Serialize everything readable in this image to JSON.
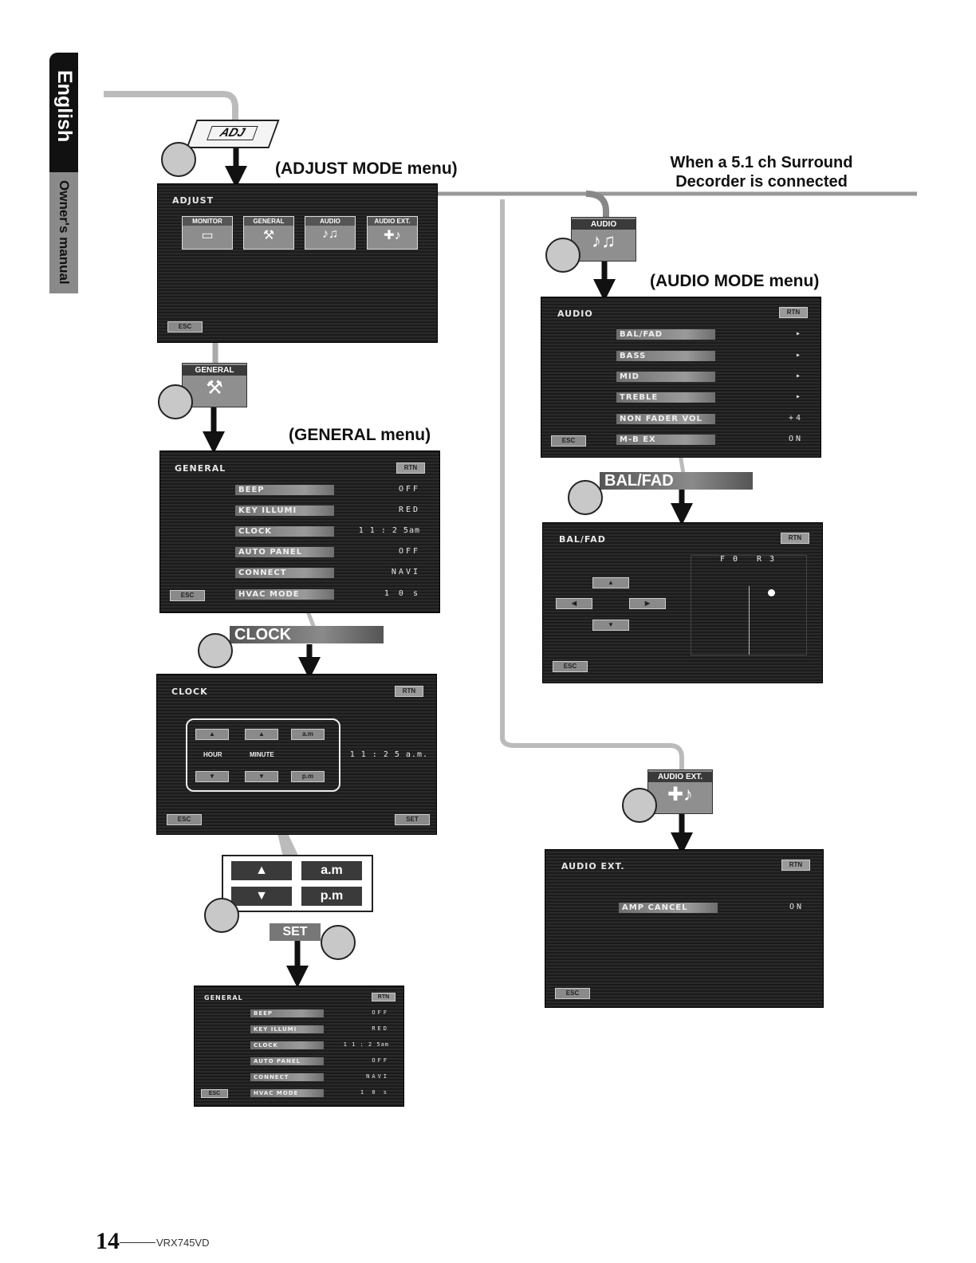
{
  "side_tab": {
    "language": "English",
    "manual": "Owner's manual"
  },
  "headings": {
    "adjust_mode": "(ADJUST MODE menu)",
    "general": "(GENERAL menu)",
    "audio_mode": "(AUDIO MODE menu)",
    "surround_note_line1": "When a 5.1 ch Surround",
    "surround_note_line2": "Decorder is connected"
  },
  "adj_key": "ADJ",
  "adjust_screen": {
    "title": "ADJUST",
    "tiles": [
      "MONITOR",
      "GENERAL",
      "AUDIO",
      "AUDIO EXT."
    ],
    "esc": "ESC"
  },
  "general_button": "GENERAL",
  "general_screen": {
    "title": "GENERAL",
    "rtn": "RTN",
    "esc": "ESC",
    "items": [
      {
        "label": "BEEP",
        "value": "OFF"
      },
      {
        "label": "KEY ILLUMI",
        "value": "RED"
      },
      {
        "label": "CLOCK",
        "value": "1 1 : 2 5am"
      },
      {
        "label": "AUTO PANEL",
        "value": "OFF"
      },
      {
        "label": "CONNECT",
        "value": "NAVI"
      },
      {
        "label": "HVAC MODE",
        "value": "1 0 s"
      }
    ]
  },
  "clock_button": "CLOCK",
  "clock_screen": {
    "title": "CLOCK",
    "rtn": "RTN",
    "esc": "ESC",
    "set": "SET",
    "hour": "HOUR",
    "minute": "MINUTE",
    "am": "a.m",
    "pm": "p.m",
    "time": "1 1 : 2 5 a.m."
  },
  "clock_zoom": {
    "am": "a.m",
    "pm": "p.m"
  },
  "set_button": "SET",
  "general_screen_2": {
    "title": "GENERAL",
    "rtn": "RTN",
    "esc": "ESC",
    "items": [
      {
        "label": "BEEP",
        "value": "OFF"
      },
      {
        "label": "KEY ILLUMI",
        "value": "RED"
      },
      {
        "label": "CLOCK",
        "value": "1 1 : 2 5am"
      },
      {
        "label": "AUTO PANEL",
        "value": "OFF"
      },
      {
        "label": "CONNECT",
        "value": "NAVI"
      },
      {
        "label": "HVAC MODE",
        "value": "1 0 s"
      }
    ]
  },
  "audio_button": "AUDIO",
  "audio_screen": {
    "title": "AUDIO",
    "rtn": "RTN",
    "esc": "ESC",
    "items": [
      {
        "label": "BAL/FAD",
        "value": "▸"
      },
      {
        "label": "BASS",
        "value": "▸"
      },
      {
        "label": "MID",
        "value": "▸"
      },
      {
        "label": "TREBLE",
        "value": "▸"
      },
      {
        "label": "NON FADER VOL",
        "value": "+4"
      },
      {
        "label": "M-B EX",
        "value": "ON"
      }
    ]
  },
  "balfad_button": "BAL/FAD",
  "balfad_screen": {
    "title": "BAL/FAD",
    "rtn": "RTN",
    "esc": "ESC",
    "front": "F 0",
    "right": "R 3"
  },
  "audio_ext_button": "AUDIO EXT.",
  "audio_ext_screen": {
    "title": "AUDIO EXT.",
    "rtn": "RTN",
    "esc": "ESC",
    "item": {
      "label": "AMP CANCEL",
      "value": "ON"
    }
  },
  "footer": {
    "page": "14",
    "model": "VRX745VD"
  }
}
